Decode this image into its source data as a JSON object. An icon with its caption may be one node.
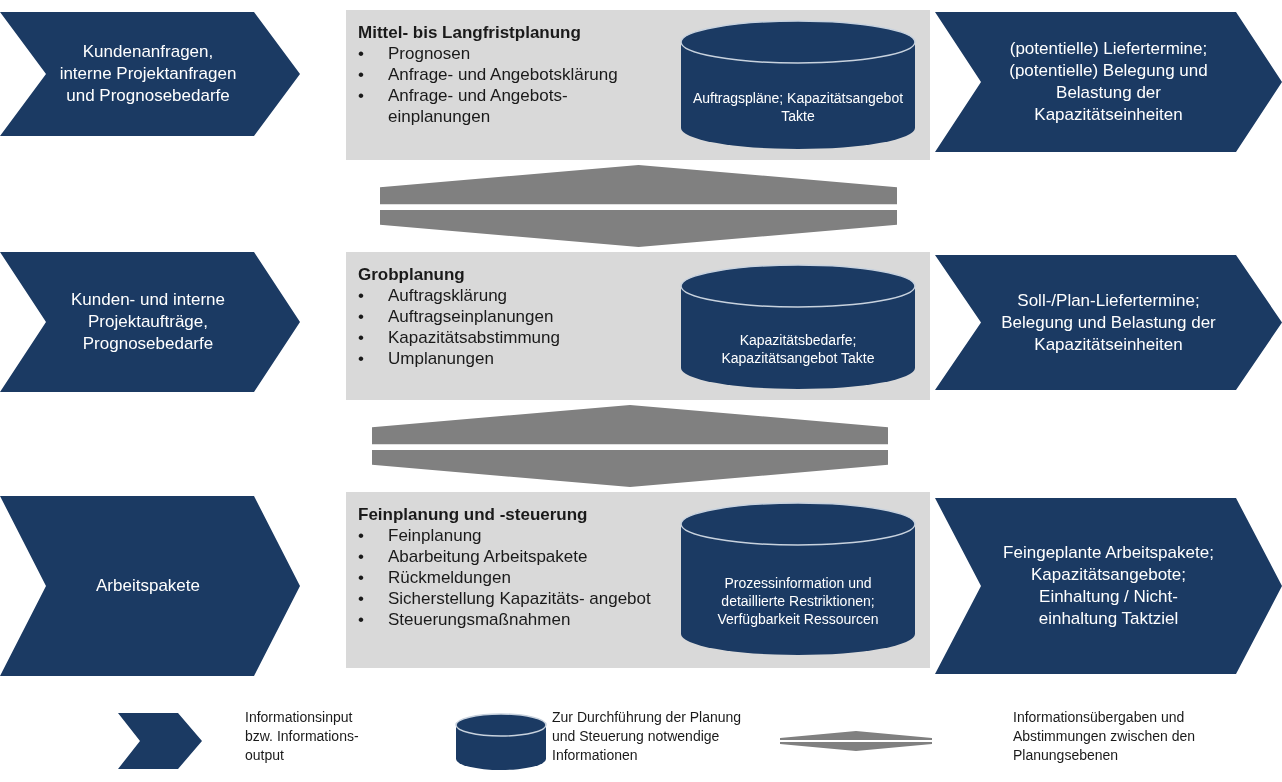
{
  "diagram": {
    "nodes": [
      {
        "text": [
          "Kundenanfragen, interne Projektanfragen und Prognosebedarfe"
        ]
      },
      {
        "text": [
          "Mittel- bis Langfristplanung",
          "•\tPrognosen",
          "•\tAnfrage- und Angebotsklärung",
          "•\tAnfrage- und Angebots- einplanungen"
        ]
      },
      {
        "text": [
          "Auftragspläne; Kapazitätsangebot Takte"
        ],
        "in": 1
      },
      {
        "text": [
          "(potentielle) Liefertermine; (potentielle) Belegung und Belastung der Kapazitätseinheiten"
        ]
      },
      {
        "text": [
          "Kunden- und interne Projektaufträge, Prognosebedarfe"
        ]
      },
      {
        "text": [
          "Grobplanung",
          "•\tAuftragsklärung",
          "•\tAuftragseinplanungen",
          "•\tKapazitätsabstimmung",
          "•\tUmplanungen"
        ]
      },
      {
        "text": [
          "Kapazitätsbedarfe; Kapazitätsangebot Takte"
        ],
        "in": 5
      },
      {
        "text": [
          "Soll-/Plan-Liefertermine; Belegung und Belastung der Kapazitätseinheiten"
        ]
      },
      {
        "text": [
          "Arbeitspakete"
        ]
      },
      {
        "text": [
          "Feinplanung und -steuerung",
          "•\tFeinplanung",
          "•\tAbarbeitung Arbeitspakete",
          "•\tRückmeldungen",
          "•\tSicherstellung Kapazitäts- angebot",
          "•\tSteuerungsmaßnahmen"
        ]
      },
      {
        "text": [
          "Prozessinformation und detaillierte Restriktionen; Verfügbarkeit Ressourcen"
        ],
        "in": 9
      },
      {
        "text": [
          "Feingeplante Arbeitspakete; Kapazitätsangebote; Einhaltung / Nicht- einhaltung Taktziel"
        ]
      }
    ],
    "edges": [
      {
        "from": 1,
        "to": 5,
        "arrow": "both",
        "style": "thick"
      },
      {
        "from": 5,
        "to": 9,
        "arrow": "both",
        "style": "thick"
      }
    ],
    "legend": [
      {
        "text": "Informationsinput bzw. Informations- output"
      },
      {
        "text": "Zur Durchführung der Planung und Steuerung notwendige Informationen"
      },
      {
        "text": "Informationsübergaben und Abstimmungen zwischen den Planungsebenen"
      }
    ]
  }
}
